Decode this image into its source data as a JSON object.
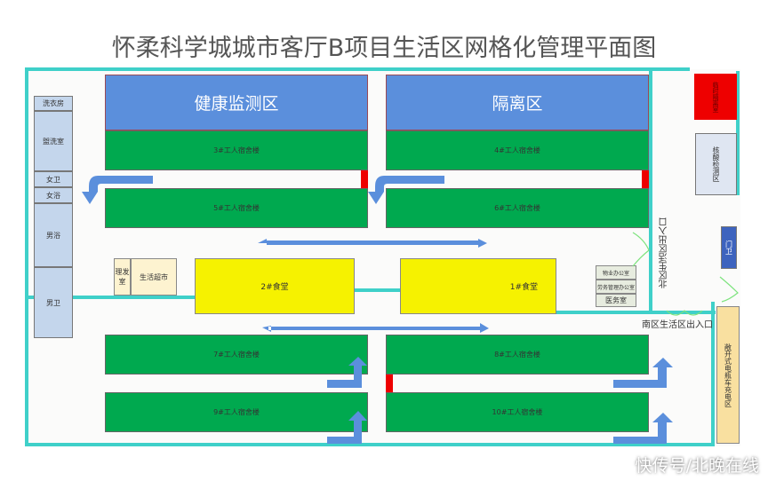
{
  "title": "怀柔科学城城市客厅B项目生活区网格化管理平面图",
  "zones": {
    "health": "健康监测区",
    "isolation": "隔离区",
    "temp_isolation": "临时隔离室",
    "nucleic": "核酸检测区",
    "guard": "门卫",
    "ev_charging": "敞开式电瓶车充电区"
  },
  "dorms": [
    "3#工人宿舍楼",
    "4#工人宿舍楼",
    "5#工人宿舍楼",
    "6#工人宿舍楼",
    "7#工人宿舍楼",
    "8#工人宿舍楼",
    "9#工人宿舍楼",
    "10#工人宿舍楼"
  ],
  "canteens": [
    "2#食堂",
    "1#食堂"
  ],
  "left_rooms": [
    "洗衣房",
    "盥洗室",
    "女卫",
    "女浴",
    "男浴",
    "男卫"
  ],
  "shops": {
    "barber": "理发室",
    "market": "生活超市"
  },
  "offices": [
    "物业办公室",
    "劳务管理办公室",
    "医务室"
  ],
  "entrances": {
    "north": "北区生活区出入口",
    "south": "南区生活区出入口"
  },
  "watermark": "快传号/北晚在线",
  "colors": {
    "boundary": "#3fd0c9",
    "dorm": "#00a94f",
    "canteen": "#f6f200",
    "zone": "#5b8fdc"
  }
}
